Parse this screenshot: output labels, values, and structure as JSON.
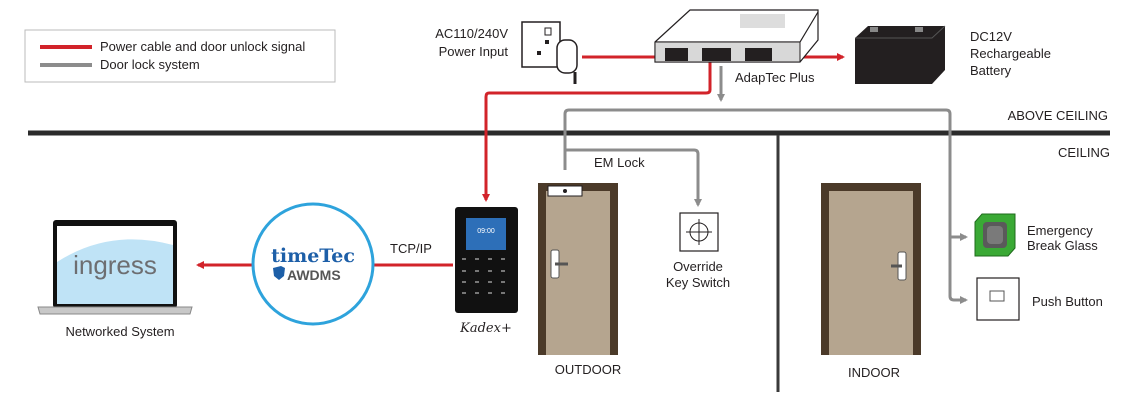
{
  "colors": {
    "power": "#d2232a",
    "lock": "#8c8c8c",
    "ceiling": "#2b2b2b",
    "awdms_ring": "#2ea3dc",
    "door_frame": "#4b3a29",
    "door_panel": "#b5a58f",
    "break_glass": "#3aa935"
  },
  "legend": {
    "items": [
      {
        "label": "Power cable and door unlock signal",
        "color": "#d2232a"
      },
      {
        "label": "Door lock system",
        "color": "#8c8c8c"
      }
    ]
  },
  "zones": {
    "above": "ABOVE CEILING",
    "ceiling": "CEILING"
  },
  "power_input": {
    "line1": "AC110/240V",
    "line2": "Power Input"
  },
  "adaptec": {
    "label": "AdapTec Plus"
  },
  "battery": {
    "line1": "DC12V",
    "line2": "Rechargeable",
    "line3": "Battery"
  },
  "em_lock": {
    "label": "EM Lock"
  },
  "override": {
    "line1": "Override",
    "line2": "Key Switch"
  },
  "emergency": {
    "line1": "Emergency",
    "line2": "Break Glass"
  },
  "push_button": {
    "label": "Push Button"
  },
  "outdoor": {
    "label": "OUTDOOR"
  },
  "indoor": {
    "label": "INDOOR"
  },
  "network": {
    "label": "Networked System",
    "app": "ingress"
  },
  "awdms": {
    "brand": "timeTec",
    "product": "AWDMS"
  },
  "link": {
    "label": "TCP/IP"
  },
  "terminal": {
    "label": "Kadex+",
    "clock": "09:00"
  }
}
